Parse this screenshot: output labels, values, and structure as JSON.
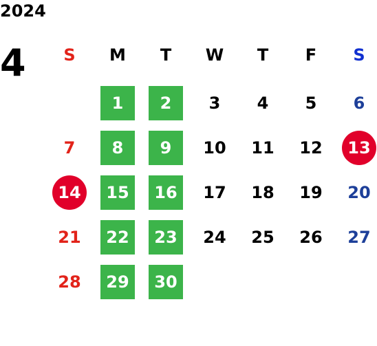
{
  "header": {
    "year": "2024",
    "month": "4"
  },
  "colors": {
    "sunday": "#e2231a",
    "saturday": "#1d3f99",
    "weekday": "#000000",
    "highlight_bg": "#3cb44a",
    "holiday_bg": "#e1002a",
    "on_color": "#ffffff"
  },
  "weekdays": [
    {
      "label": "S",
      "color": "#e2231a"
    },
    {
      "label": "M",
      "color": "#000000"
    },
    {
      "label": "T",
      "color": "#000000"
    },
    {
      "label": "W",
      "color": "#000000"
    },
    {
      "label": "T",
      "color": "#000000"
    },
    {
      "label": "F",
      "color": "#000000"
    },
    {
      "label": "S",
      "color": "#1030d0"
    }
  ],
  "weeks": [
    [
      null,
      {
        "day": "1",
        "style": "highlight"
      },
      {
        "day": "2",
        "style": "highlight"
      },
      {
        "day": "3"
      },
      {
        "day": "4"
      },
      {
        "day": "5"
      },
      {
        "day": "6"
      }
    ],
    [
      {
        "day": "7"
      },
      {
        "day": "8",
        "style": "highlight"
      },
      {
        "day": "9",
        "style": "highlight"
      },
      {
        "day": "10"
      },
      {
        "day": "11"
      },
      {
        "day": "12"
      },
      {
        "day": "13",
        "style": "holiday"
      }
    ],
    [
      {
        "day": "14",
        "style": "holiday"
      },
      {
        "day": "15",
        "style": "highlight"
      },
      {
        "day": "16",
        "style": "highlight"
      },
      {
        "day": "17"
      },
      {
        "day": "18"
      },
      {
        "day": "19"
      },
      {
        "day": "20"
      }
    ],
    [
      {
        "day": "21"
      },
      {
        "day": "22",
        "style": "highlight"
      },
      {
        "day": "23",
        "style": "highlight"
      },
      {
        "day": "24"
      },
      {
        "day": "25"
      },
      {
        "day": "26"
      },
      {
        "day": "27"
      }
    ],
    [
      {
        "day": "28"
      },
      {
        "day": "29",
        "style": "highlight"
      },
      {
        "day": "30",
        "style": "highlight"
      },
      null,
      null,
      null,
      null
    ]
  ]
}
